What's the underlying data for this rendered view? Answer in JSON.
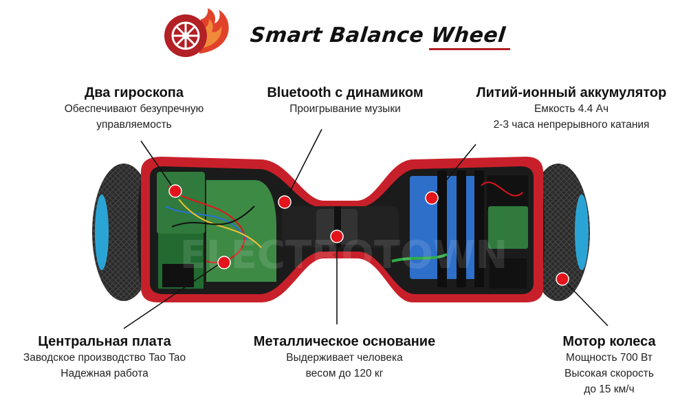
{
  "brand": {
    "name": "Smart Balance Wheel",
    "accent_color": "#b32025"
  },
  "callouts": [
    {
      "id": "gyro",
      "title": "Два гироскопа",
      "desc": [
        "Обеспечивают безупречную",
        "управляемость"
      ]
    },
    {
      "id": "bluetooth",
      "title": "Bluetooth с динамиком",
      "desc": [
        "Проигрывание музыки"
      ]
    },
    {
      "id": "battery",
      "title": "Литий-ионный аккумулятор",
      "desc": [
        "Емкость 4.4 Ач",
        "2-3 часа непрерывного катания"
      ]
    },
    {
      "id": "board",
      "title": "Центральная плата",
      "desc": [
        "Заводское производство Tao Tao",
        "Надежная работа"
      ]
    },
    {
      "id": "base",
      "title": "Металлическое основание",
      "desc": [
        "Выдерживает человека",
        "весом до 120 кг"
      ]
    },
    {
      "id": "motor",
      "title": "Мотор колеса",
      "desc": [
        "Мощность 700 Вт",
        "Высокая скорость",
        "до 15 км/ч"
      ]
    }
  ],
  "watermark": "ELECTROTOWN",
  "colors": {
    "dot": "#e3141b",
    "frame": "#c8202a",
    "pcb": "#2f7a3c",
    "battery": "#2e6fc9"
  }
}
